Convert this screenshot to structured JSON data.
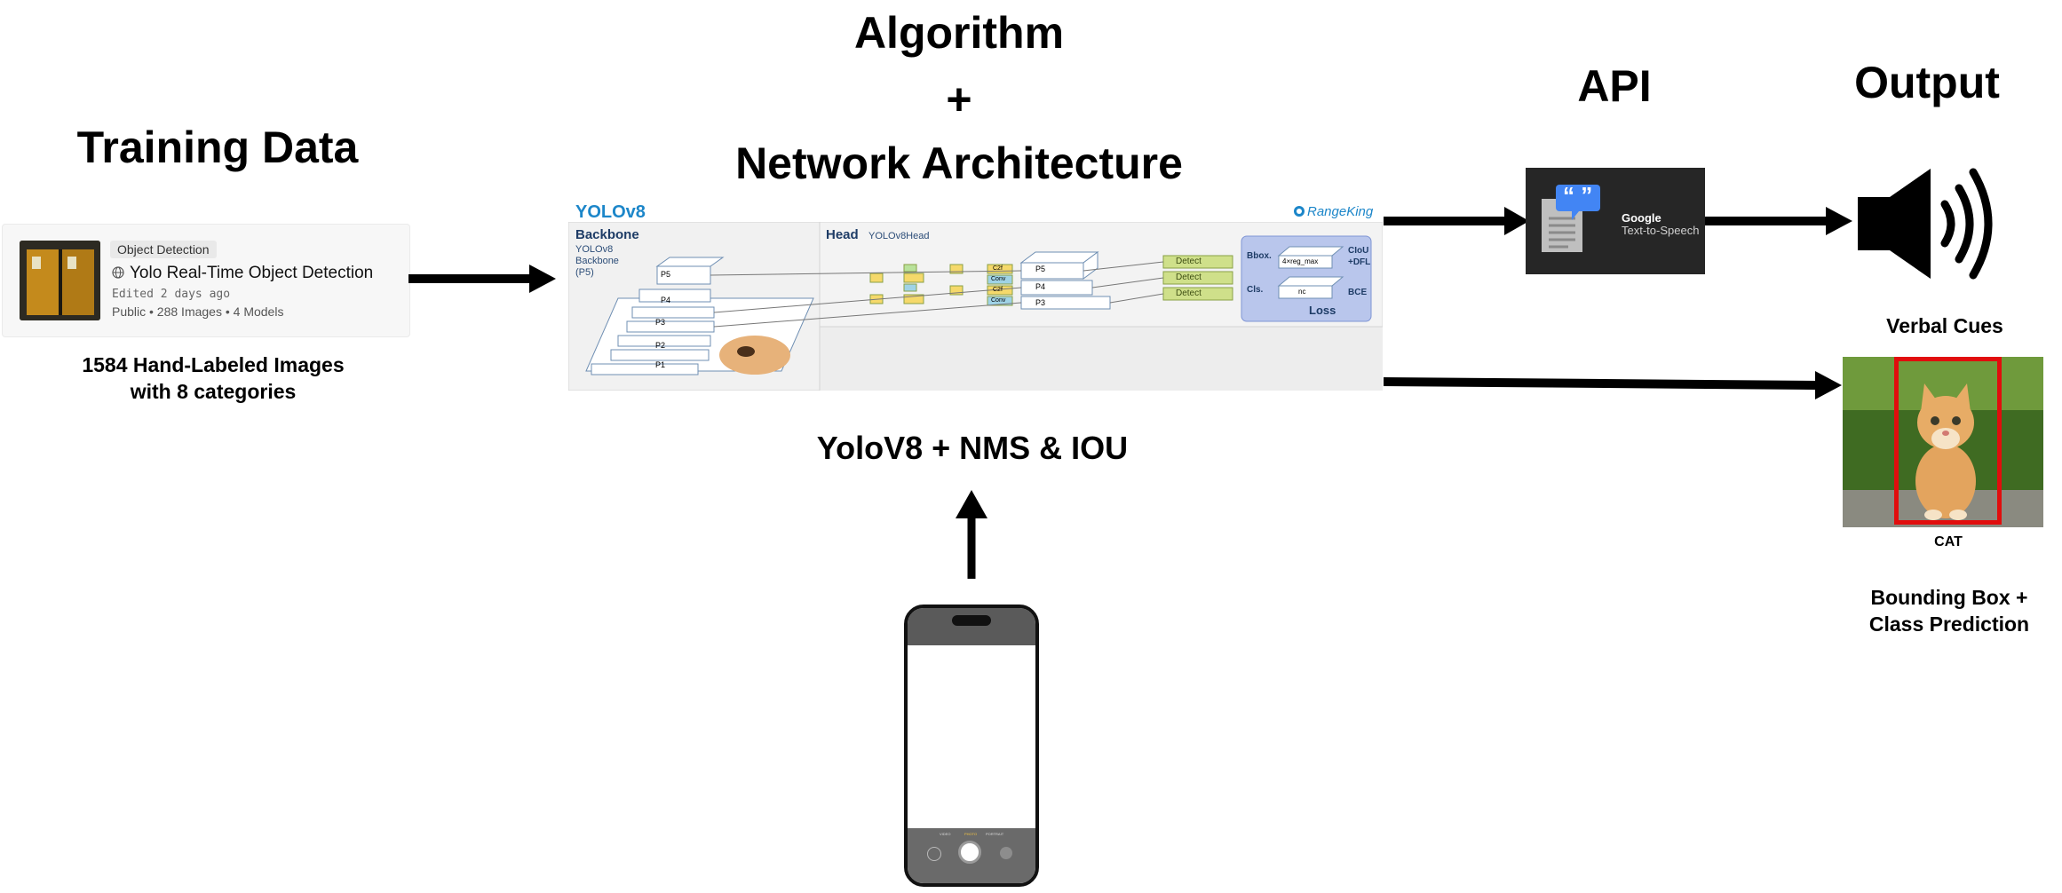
{
  "headings": {
    "training_data": "Training Data",
    "algorithm_line1": "Algorithm",
    "algorithm_line2": "+",
    "algorithm_line3": "Network Architecture",
    "api": "API",
    "output": "Output"
  },
  "dataset_card": {
    "tag": "Object Detection",
    "title": "Yolo Real-Time Object Detection",
    "edited": "Edited 2 days ago",
    "meta": "Public • 288 Images • 4 Models"
  },
  "training_caption_line1": "1584 Hand-Labeled Images",
  "training_caption_line2": "with 8 categories",
  "architecture": {
    "title": "YOLOv8",
    "brand": "RangeKing",
    "backbone_label": "Backbone",
    "backbone_sub1": "YOLOv8",
    "backbone_sub2": "Backbone",
    "backbone_sub3": "(P5)",
    "head_label": "Head",
    "head_sub": "YOLOv8Head",
    "pyramid_levels": [
      "P5",
      "P4",
      "P3",
      "P2",
      "P1"
    ],
    "head_levels": [
      "P5",
      "P4",
      "P3"
    ],
    "detect_label": "Detect",
    "conv_label": "Conv",
    "c2f_label": "C2f",
    "bbox_label": "Bbox.",
    "cls_label": "Cls.",
    "reg_max_label": "4×reg_max",
    "nc_label": "nc",
    "ciou_label1": "CIoU",
    "ciou_label2": "+DFL",
    "bce_label": "BCE",
    "loss_label": "Loss"
  },
  "algorithm_caption": "YoloV8 + NMS & IOU",
  "api": {
    "brand_line1": "Google",
    "brand_line2": "Text-to-Speech",
    "quote_glyph": "“ ”"
  },
  "output": {
    "verbal_cues": "Verbal Cues",
    "class_label": "CAT",
    "caption_line1": "Bounding Box +",
    "caption_line2": "Class Prediction"
  },
  "phone": {
    "modes": [
      "VIDEO",
      "PHOTO",
      "PORTRAIT"
    ]
  },
  "colors": {
    "arrow": "#000000",
    "yolo_blue": "#1c86c9",
    "bbox_red": "#e10d0d",
    "detect_green": "#cfe08a",
    "loss_panel": "#b9c6ec"
  }
}
